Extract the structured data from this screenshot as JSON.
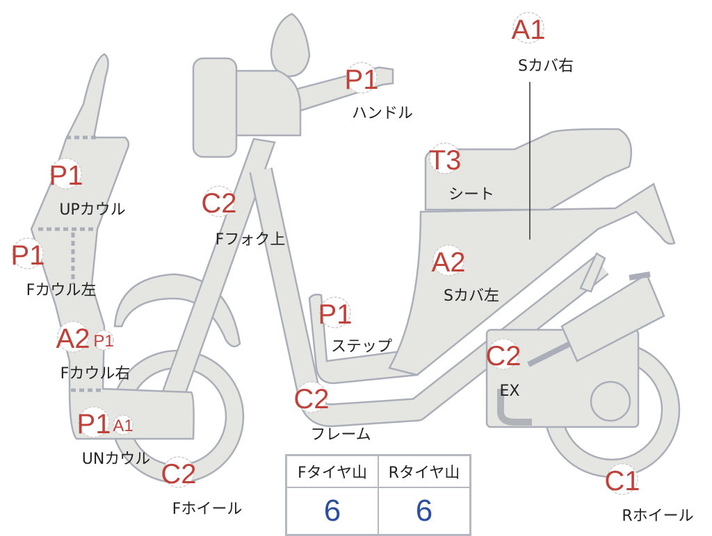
{
  "parts": [
    {
      "code": "P1",
      "label": "ハンドル"
    },
    {
      "code": "A1",
      "label": "Sカバ右"
    },
    {
      "code": "T3",
      "label": "シート"
    },
    {
      "code": "P1",
      "label": "UPカウル"
    },
    {
      "code": "C2",
      "label": "Fフォク上"
    },
    {
      "code": "P1",
      "label": "Fカウル左"
    },
    {
      "code": "A2",
      "label": "Sカバ左"
    },
    {
      "code": "P1",
      "label": "ステップ"
    },
    {
      "code": "A2",
      "label": "Fカウル右",
      "extra_code": "P1"
    },
    {
      "code": "C2",
      "label": "EX"
    },
    {
      "code": "C2",
      "label": "フレーム"
    },
    {
      "code": "P1",
      "label": "UNカウル",
      "extra_code": "A1"
    },
    {
      "code": "C2",
      "label": "Fホイール"
    },
    {
      "code": "C1",
      "label": "Rホイール"
    }
  ],
  "tire_table": {
    "headers": [
      "Fタイヤ山",
      "Rタイヤ山"
    ],
    "values": [
      "6",
      "6"
    ]
  },
  "colors": {
    "code": "#c0403a",
    "value": "#2b4ea0",
    "body": "#e5e5e1",
    "outline": "#a9aeb8"
  }
}
